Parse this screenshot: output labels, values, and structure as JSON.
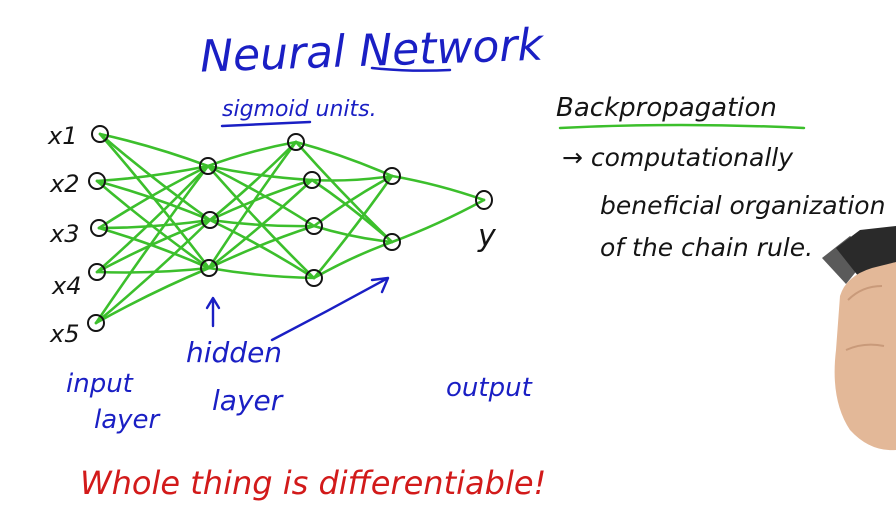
{
  "title": "Neural Network",
  "sigmoid_label": "sigmoid units.",
  "inputs": [
    "x1",
    "x2",
    "x3",
    "x4",
    "x5"
  ],
  "output_label": "y",
  "hidden_label": "hidden",
  "hidden_label_2": "layer",
  "input_layer_label": "input",
  "input_layer_label_2": "layer",
  "output_layer_label": "output",
  "backprop": {
    "heading": "Backpropagation",
    "line1": "→ computationally",
    "line2": "beneficial organization",
    "line3": "of the chain rule."
  },
  "footer": "Whole thing is differentiable!",
  "colors": {
    "title_ink": "#1a1fc4",
    "edge_ink": "#3cbf2c",
    "footer_ink": "#d21a1a",
    "text_ink": "#141414"
  }
}
